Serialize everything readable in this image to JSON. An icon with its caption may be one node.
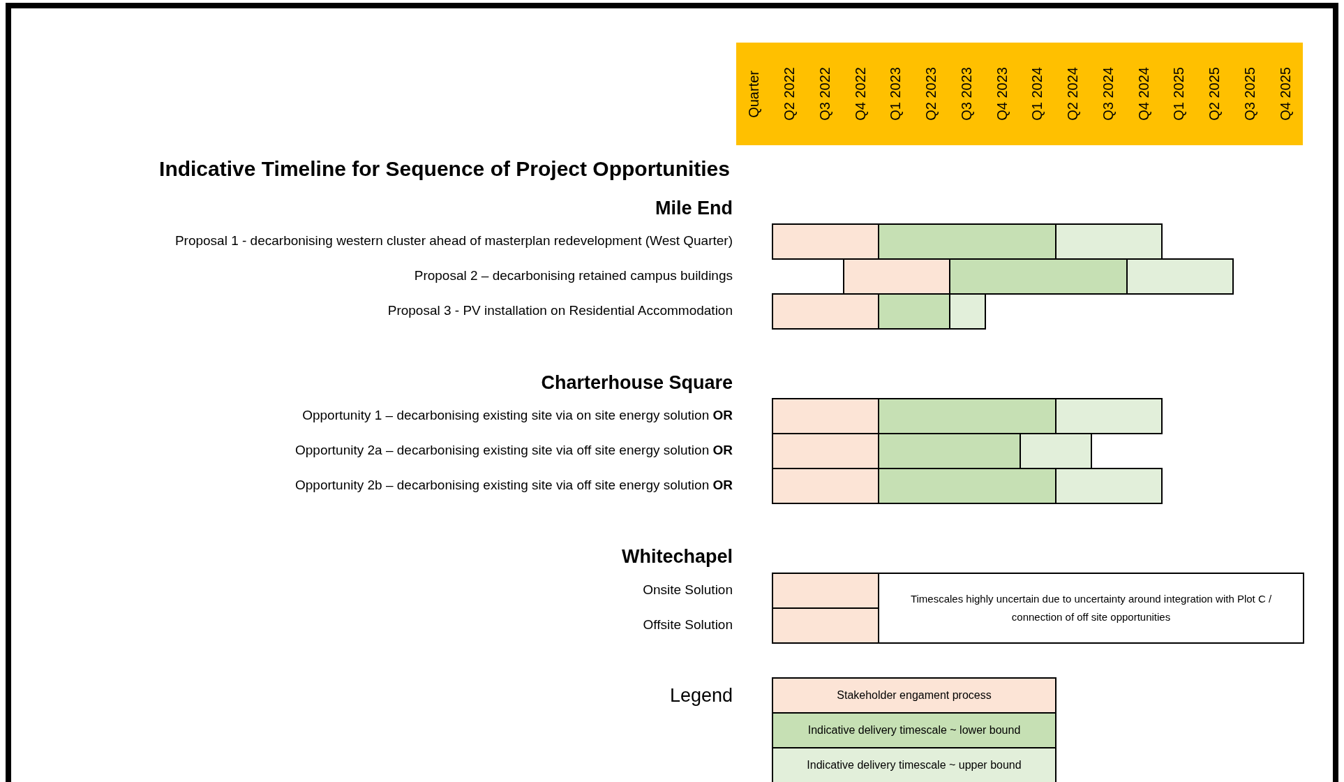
{
  "diagram": {
    "title": "Indicative Timeline for Sequence of Project  Opportunities",
    "nodes": [
      {
        "text": [
          "Quarter",
          "Q2 2022",
          "Q3 2022",
          "Q4 2022",
          "Q1 2023",
          "Q2 2023",
          "Q3 2023",
          "Q4 2023",
          "Q1 2024",
          "Q2 2024",
          "Q3 2024",
          "Q4 2024",
          "Q1 2025",
          "Q2 2025",
          "Q3 2025",
          "Q4 2025"
        ]
      },
      {
        "text": [],
        "shape": "bar"
      },
      {
        "text": [],
        "shape": "bar"
      },
      {
        "text": [],
        "shape": "bar"
      },
      {
        "text": [],
        "shape": "bar"
      },
      {
        "text": [],
        "shape": "bar"
      },
      {
        "text": [],
        "shape": "bar"
      },
      {
        "text": [],
        "shape": "bar"
      },
      {
        "text": [],
        "shape": "bar"
      },
      {
        "text": [],
        "shape": "bar"
      },
      {
        "text": [],
        "shape": "bar"
      },
      {
        "text": [],
        "shape": "bar"
      },
      {
        "text": [],
        "shape": "bar"
      },
      {
        "text": [],
        "shape": "bar"
      },
      {
        "text": [],
        "shape": "bar"
      },
      {
        "text": [],
        "shape": "bar"
      },
      {
        "text": [],
        "shape": "bar"
      },
      {
        "text": [],
        "shape": "bar"
      },
      {
        "text": [],
        "shape": "bar"
      },
      {
        "text": [],
        "shape": "bar"
      },
      {
        "text": [],
        "shape": "bar"
      },
      {
        "text": [
          "Timescales highly uncertain due to uncertainty around integration with Plot C / connection of off site opportunities"
        ]
      }
    ],
    "labels": [
      "Mile End",
      "Proposal 1 - decarbonising western cluster ahead of masterplan redevelopment (West Quarter)",
      "Proposal 2 – decarbonising retained campus buildings",
      "Proposal 3 - PV installation on Residential Accommodation",
      "Charterhouse Square",
      "Opportunity 1 – decarbonising existing site via on site energy solution **OR**",
      "Opportunity 2a – decarbonising existing site via off site energy solution **OR**",
      "Opportunity 2b – decarbonising existing site via off site energy solution **OR**",
      "Whitechapel",
      "Onsite Solution",
      "Offsite Solution",
      "Legend"
    ],
    "legend": [
      {
        "text": "Stakeholder engament process",
        "color": "#fce4d6"
      },
      {
        "text": "Indicative delivery timescale ~ lower bound",
        "color": "#c6e0b4"
      },
      {
        "text": "Indicative delivery timescale ~ upper bound",
        "color": "#e2efda"
      }
    ]
  }
}
